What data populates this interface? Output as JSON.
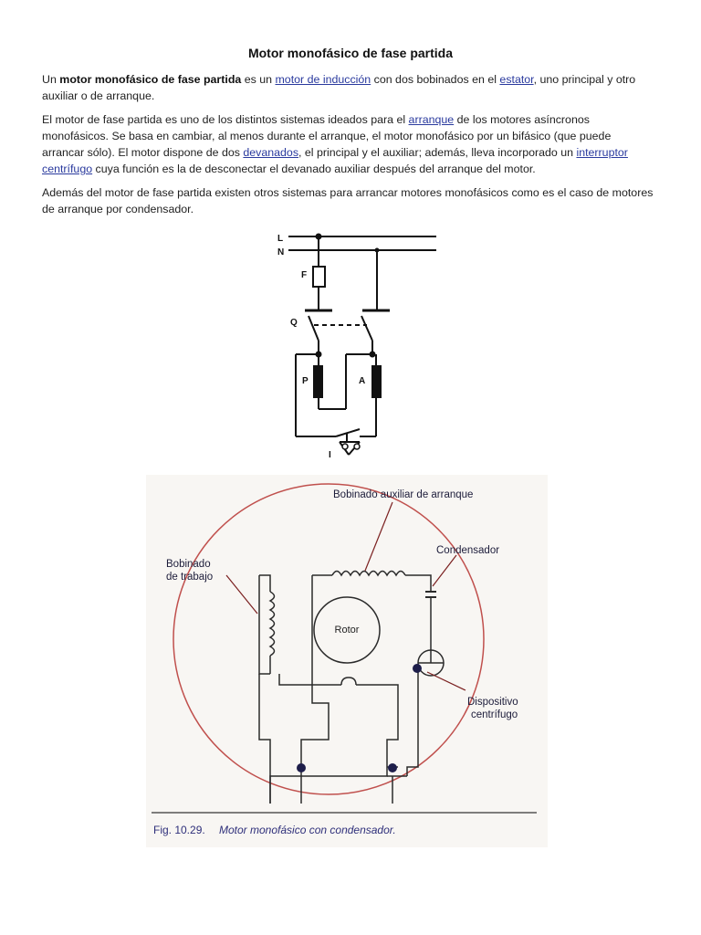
{
  "title": "Motor monofásico de fase partida",
  "p1": {
    "t1": "Un ",
    "bold": "motor monofásico de fase partida",
    "t2": " es un ",
    "link1": "motor de inducción",
    "t3": " con dos bobinados en el ",
    "link2": "estator",
    "t4": ", uno principal y otro auxiliar o de arranque."
  },
  "p2": {
    "t1": "El motor de fase partida es uno de los distintos sistemas ideados para el ",
    "link1": "arranque",
    "t2": " de los motores asíncronos monofásicos. Se basa en cambiar, al menos durante el arranque, el motor monofásico por un bifásico (que puede arrancar sólo). El motor dispone de dos ",
    "link2": "devanados",
    "t3": ", el principal y el auxiliar; además, lleva incorporado un ",
    "link3": "interruptor centrífugo",
    "t4": " cuya función es la de desconectar el devanado auxiliar después del arranque del motor."
  },
  "p3": "Además del motor de fase partida existen otros sistemas para arrancar motores monofásicos como es el caso de motores de arranque por condensador.",
  "fig1": {
    "label_l": "L",
    "label_n": "N",
    "label_f": "F",
    "label_q": "Q",
    "label_p": "P",
    "label_a": "A",
    "label_i": "I"
  },
  "fig2": {
    "aux_label": "Bobinado auxiliar de arranque",
    "cap_label": "Condensador",
    "work_label_1": "Bobinado",
    "work_label_2": "de trabajo",
    "rotor_label": "Rotor",
    "device_label_1": "Dispositivo",
    "device_label_2": "centrífugo",
    "caption_fig": "Fig. 10.29.",
    "caption_text": "Motor monofásico con condensador."
  },
  "colors": {
    "link": "#2a3a9e",
    "circle": "#c0504d",
    "caption_blue": "#2e2f7a"
  }
}
